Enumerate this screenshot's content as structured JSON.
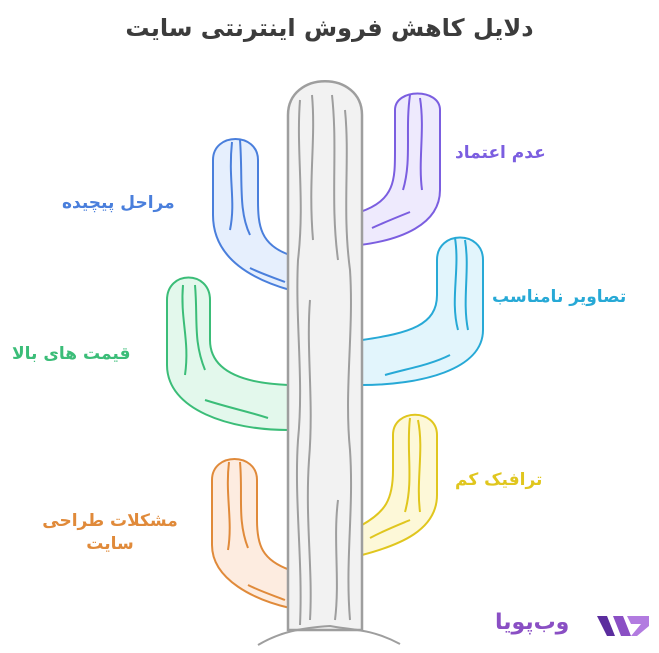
{
  "title": "دلایل کاهش فروش اینترنتی سایت",
  "trunk": {
    "label": "trunk",
    "stroke": "#9e9e9e",
    "fill": "#f2f2f2"
  },
  "branches": [
    {
      "id": "trust",
      "label": "عدم اعتماد",
      "side": "right",
      "color": "#7b5ee0",
      "fill": "#eeeafd"
    },
    {
      "id": "steps",
      "label": "مراحل پیچیده",
      "side": "left",
      "color": "#4a7fdc",
      "fill": "#e6effd"
    },
    {
      "id": "images",
      "label": "تصاویر نامناسب",
      "side": "right",
      "color": "#27a9d6",
      "fill": "#e2f5fc"
    },
    {
      "id": "prices",
      "label": "قیمت های بالا",
      "side": "left",
      "color": "#3bbd78",
      "fill": "#e3f8ec"
    },
    {
      "id": "traffic",
      "label": "ترافیک کم",
      "side": "right",
      "color": "#e0c61e",
      "fill": "#fdf8d8"
    },
    {
      "id": "design",
      "label": "مشکلات طراحی سایت",
      "side": "left",
      "color": "#e08a3a",
      "fill": "#fdece0"
    }
  ],
  "logo": {
    "text": "وب‌پویا",
    "color": "#8a4fc4",
    "accent": "#5b2d9e"
  }
}
